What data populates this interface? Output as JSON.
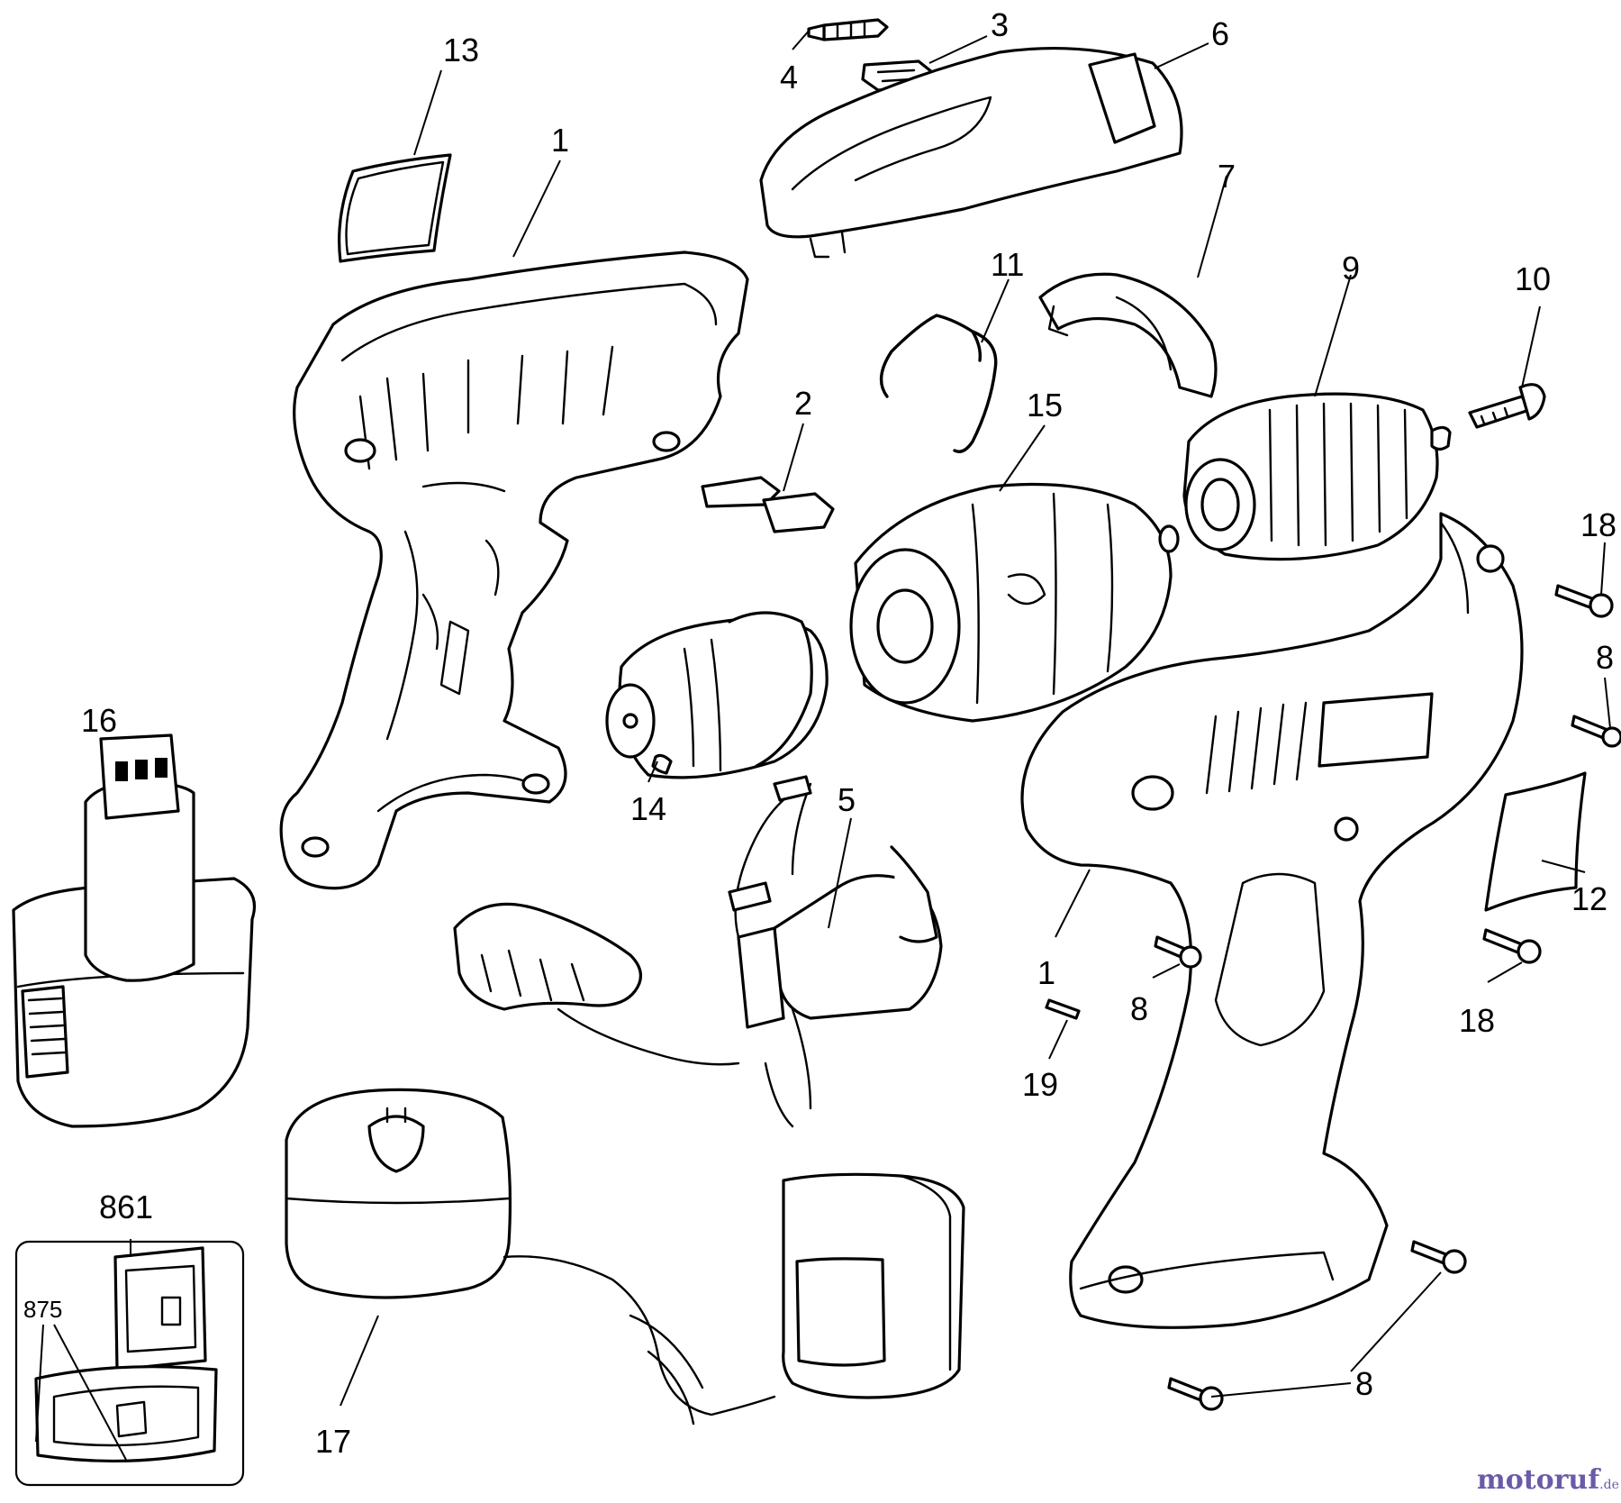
{
  "diagram": {
    "part_numbers": {
      "p1_left": "1",
      "p1_right": "1",
      "p2": "2",
      "p3": "3",
      "p4": "4",
      "p5": "5",
      "p6": "6",
      "p7": "7",
      "p8_a": "8",
      "p8_b": "8",
      "p8_c": "8",
      "p9": "9",
      "p10": "10",
      "p11": "11",
      "p12": "12",
      "p13": "13",
      "p14": "14",
      "p15": "15",
      "p16": "16",
      "p17": "17",
      "p18_a": "18",
      "p18_b": "18",
      "p19": "19",
      "p861": "861",
      "p875": "875"
    },
    "watermark": {
      "main": "motoruf",
      "suffix": ".de",
      "color_main": "#6b5aa8",
      "color_accent": "#e07a1a"
    }
  }
}
